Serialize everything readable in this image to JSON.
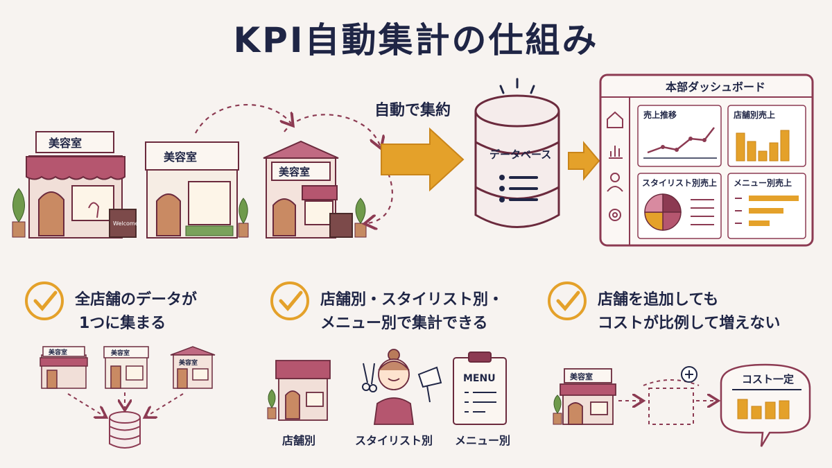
{
  "title": "KPI自動集計の仕組み",
  "shop_sign": "美容室",
  "welcome_board": "Welcome",
  "auto_label": "自動で集約",
  "database_label": "データベース",
  "dashboard": {
    "title": "本部ダッシュボード",
    "cards": [
      "売上推移",
      "店舗別売上",
      "スタイリスト別売上",
      "メニュー別売上"
    ],
    "icons": [
      "home-icon",
      "bar-chart-icon",
      "user-icon",
      "gear-icon"
    ]
  },
  "features": [
    {
      "line1": "全店舗のデータが",
      "line2": "1つに集まる"
    },
    {
      "line1": "店舗別・スタイリスト別・",
      "line2": "メニュー別で集計できる"
    },
    {
      "line1": "店舗を追加しても",
      "line2": "コストが比例して増えない"
    }
  ],
  "captions": [
    "店舗別",
    "スタイリスト別",
    "メニュー別"
  ],
  "menu_label": "MENU",
  "cost_label": "コスト一定",
  "colors": {
    "accent": "#e4a12a",
    "brand": "#8c3a52",
    "ink": "#1f2545",
    "check": "#e4a12a"
  }
}
